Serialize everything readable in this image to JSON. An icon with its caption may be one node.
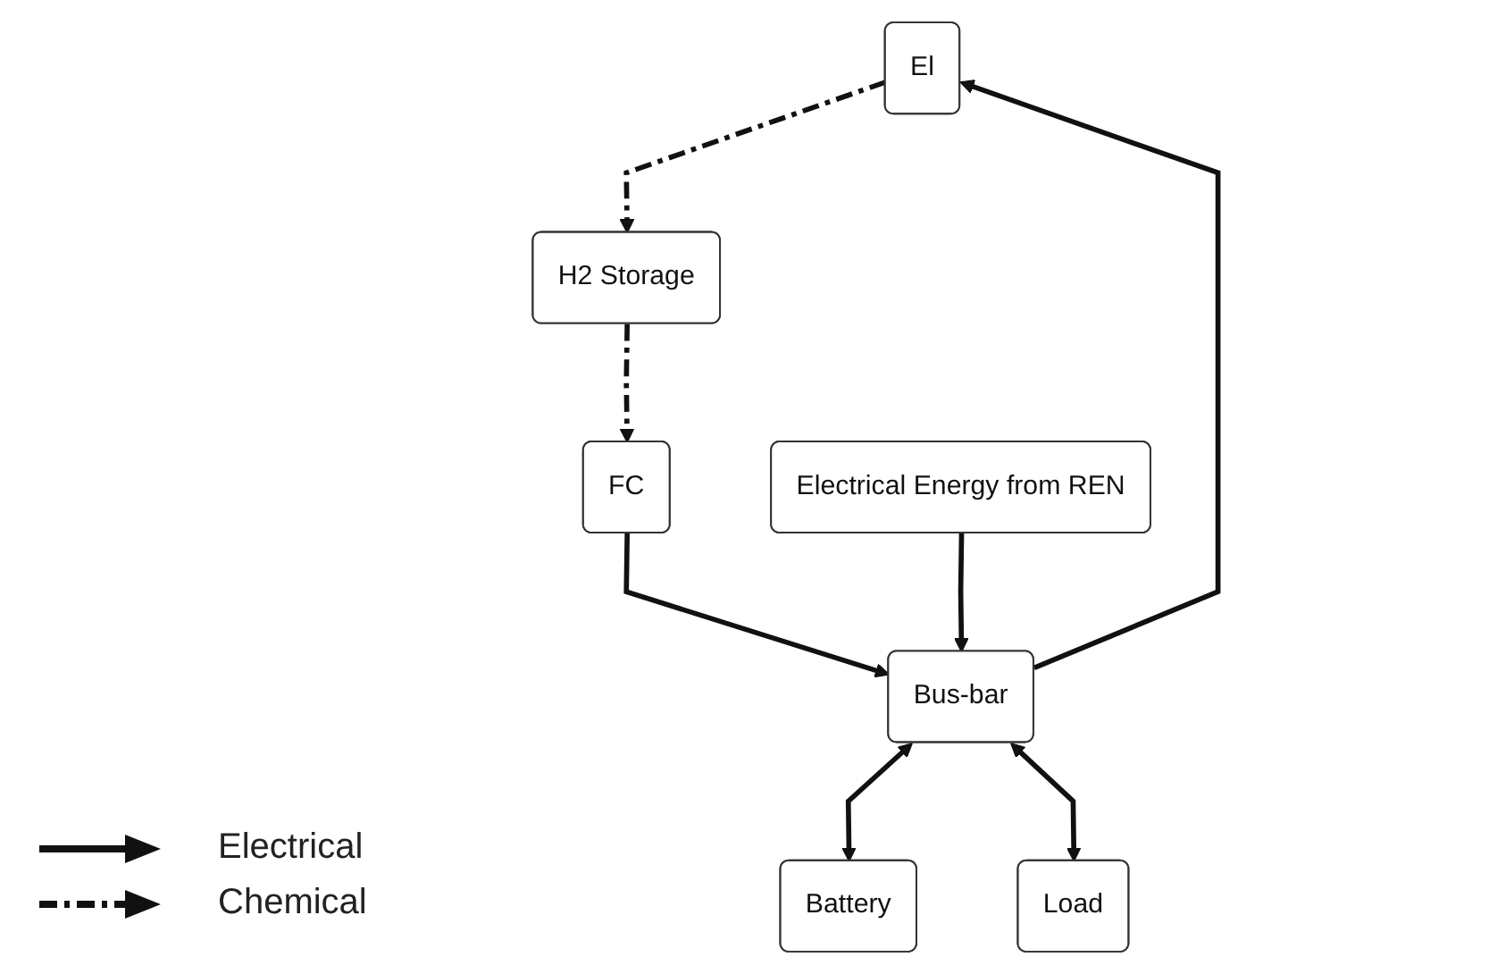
{
  "diagram": {
    "nodes": [
      {
        "text": [
          "El"
        ]
      },
      {
        "text": [
          "H2 Storage"
        ]
      },
      {
        "text": [
          "FC"
        ]
      },
      {
        "text": [
          "Electrical Energy from REN"
        ]
      },
      {
        "text": [
          "Bus-bar"
        ]
      },
      {
        "text": [
          "Battery"
        ]
      },
      {
        "text": [
          "Load"
        ]
      }
    ],
    "edges": [
      {
        "from": 0,
        "to": 1,
        "arrow": "to",
        "style": "dashed"
      },
      {
        "from": 1,
        "to": 2,
        "arrow": "to",
        "style": "dashed"
      },
      {
        "from": 4,
        "to": 0,
        "arrow": "to"
      },
      {
        "from": 2,
        "to": 4,
        "arrow": "to"
      },
      {
        "from": 3,
        "to": 4,
        "arrow": "to"
      },
      {
        "from": 4,
        "to": 5,
        "arrow": "both"
      },
      {
        "from": 4,
        "to": 6,
        "arrow": "both"
      }
    ],
    "legend": [
      {
        "text": "Electrical"
      },
      {
        "text": "Chemical"
      }
    ]
  }
}
